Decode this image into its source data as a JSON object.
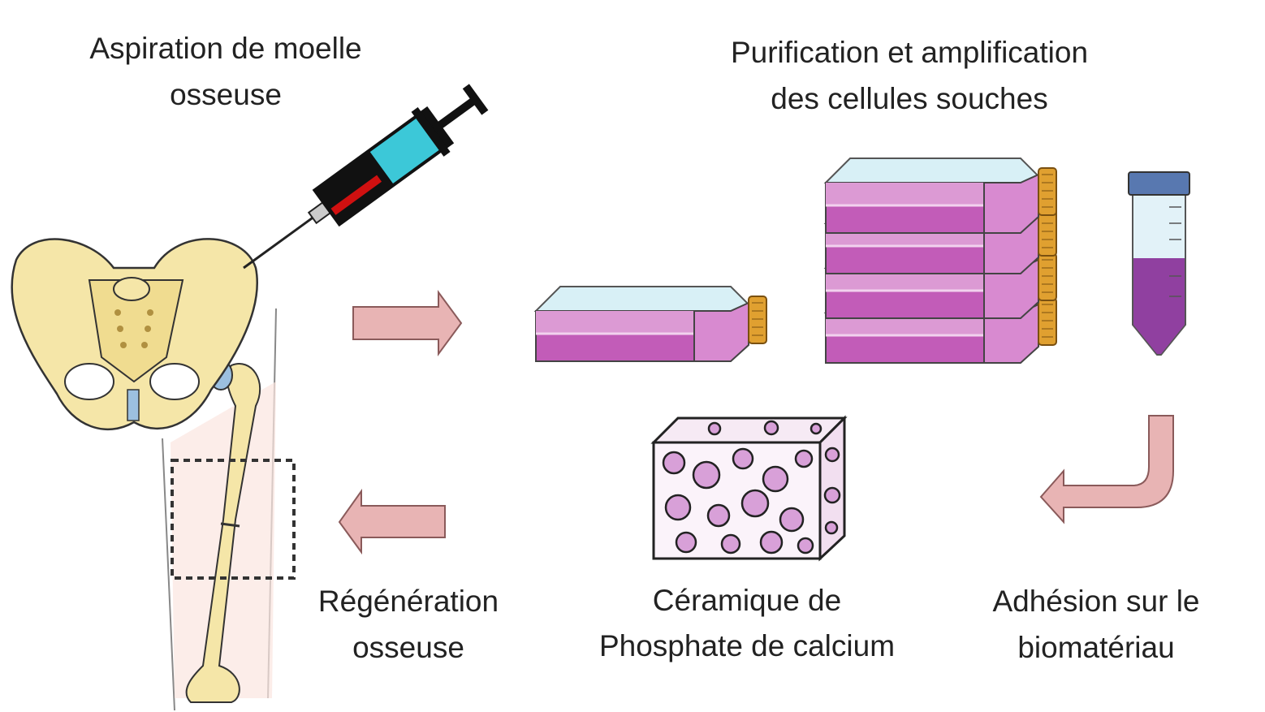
{
  "labels": {
    "aspiration": [
      "Aspiration de moelle",
      "osseuse"
    ],
    "purification": [
      "Purification et amplification",
      "des cellules souches"
    ],
    "regeneration": [
      "Régénération",
      "osseuse"
    ],
    "ceramique": [
      "Céramique de",
      "Phosphate de calcium"
    ],
    "adhesion": [
      "Adhésion sur le",
      "biomatériau"
    ]
  },
  "colors": {
    "arrow_fill": "#e8b4b4",
    "arrow_stroke": "#8a5a5a",
    "bone": "#f5e6a8",
    "medium": "#b04aa8",
    "cap": "#e0a030",
    "syringe_fluid": "#3cc8d8",
    "blood": "#d01010"
  }
}
